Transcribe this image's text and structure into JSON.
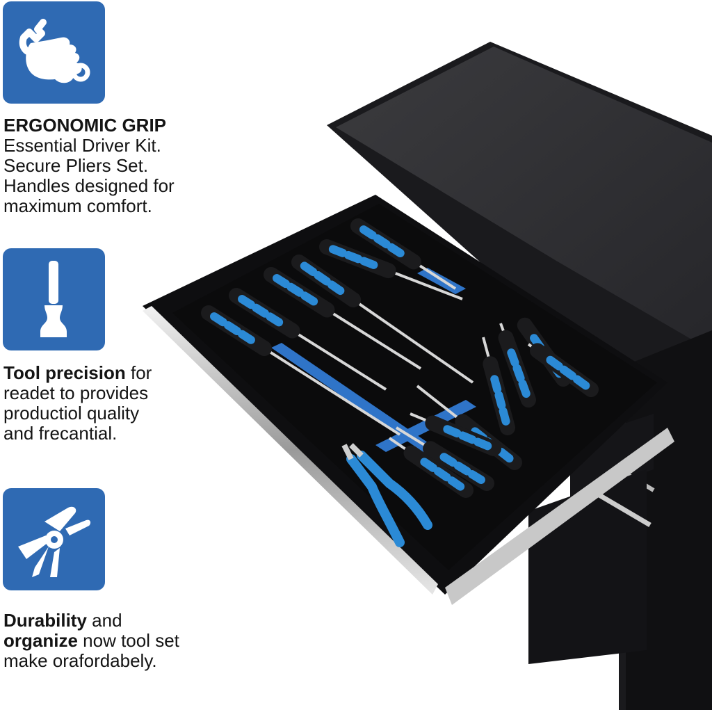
{
  "colors": {
    "accent": "#2f6ab3",
    "foam": "#0b0b0c",
    "cabinet": "#141416",
    "handle_blue": "#2b8ad6"
  },
  "features": [
    {
      "icon": "hand-wrench-icon",
      "title": "ERGONOMIC GRIP",
      "lines": [
        "Essential Driver Kit.",
        "Secure Pliers Set.",
        "Handles designed for",
        "maximum comfort."
      ]
    },
    {
      "icon": "screwdriver-icon",
      "bold": "Tool precision",
      "rest": " for",
      "lines": [
        "readet to provides",
        "productiol quality",
        "and frecantial."
      ]
    },
    {
      "icon": "pliers-icon",
      "bold1": "Durability",
      "rest1": " and",
      "bold2": "organize",
      "rest2": " now tool set",
      "lines": [
        "make orafordabely."
      ]
    }
  ],
  "product": {
    "icon": "tool-cabinet-drawer",
    "screwdriver_count": 14,
    "pliers_count": 1
  }
}
